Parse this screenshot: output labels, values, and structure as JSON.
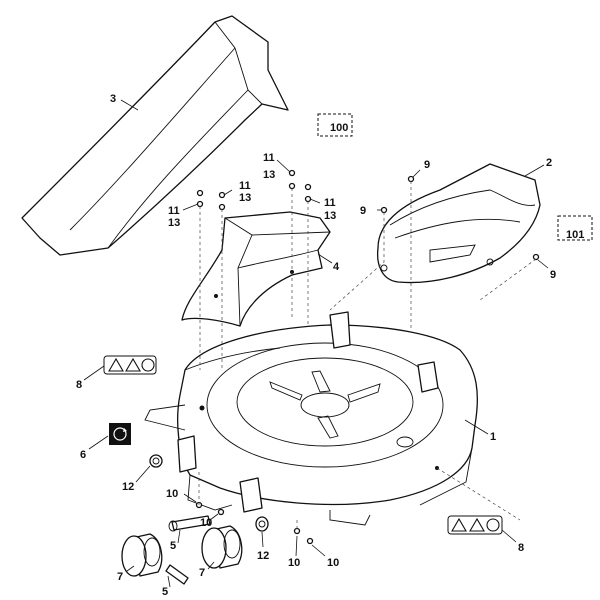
{
  "diagram": {
    "part_labels": {
      "p1": "1",
      "p2": "2",
      "p3": "3",
      "p4": "4",
      "p5a": "5",
      "p5b": "5",
      "p6": "6",
      "p7a": "7",
      "p7b": "7",
      "p8a": "8",
      "p8b": "8",
      "p9a": "9",
      "p9b": "9",
      "p9c": "9",
      "p10a": "10",
      "p10b": "10",
      "p10c": "10",
      "p10d": "10",
      "p11a": "11",
      "p11b": "11",
      "p11c": "11",
      "p11d": "11",
      "p12a": "12",
      "p12b": "12",
      "p13a": "13",
      "p13b": "13",
      "p13c": "13",
      "p13d": "13"
    },
    "reference_boxes": {
      "ref100": "100",
      "ref101": "101"
    },
    "icons": [
      "warning-triangle-icon",
      "instruction-book-icon",
      "rotation-direction-icon",
      "nut-icon",
      "screw-icon"
    ]
  }
}
